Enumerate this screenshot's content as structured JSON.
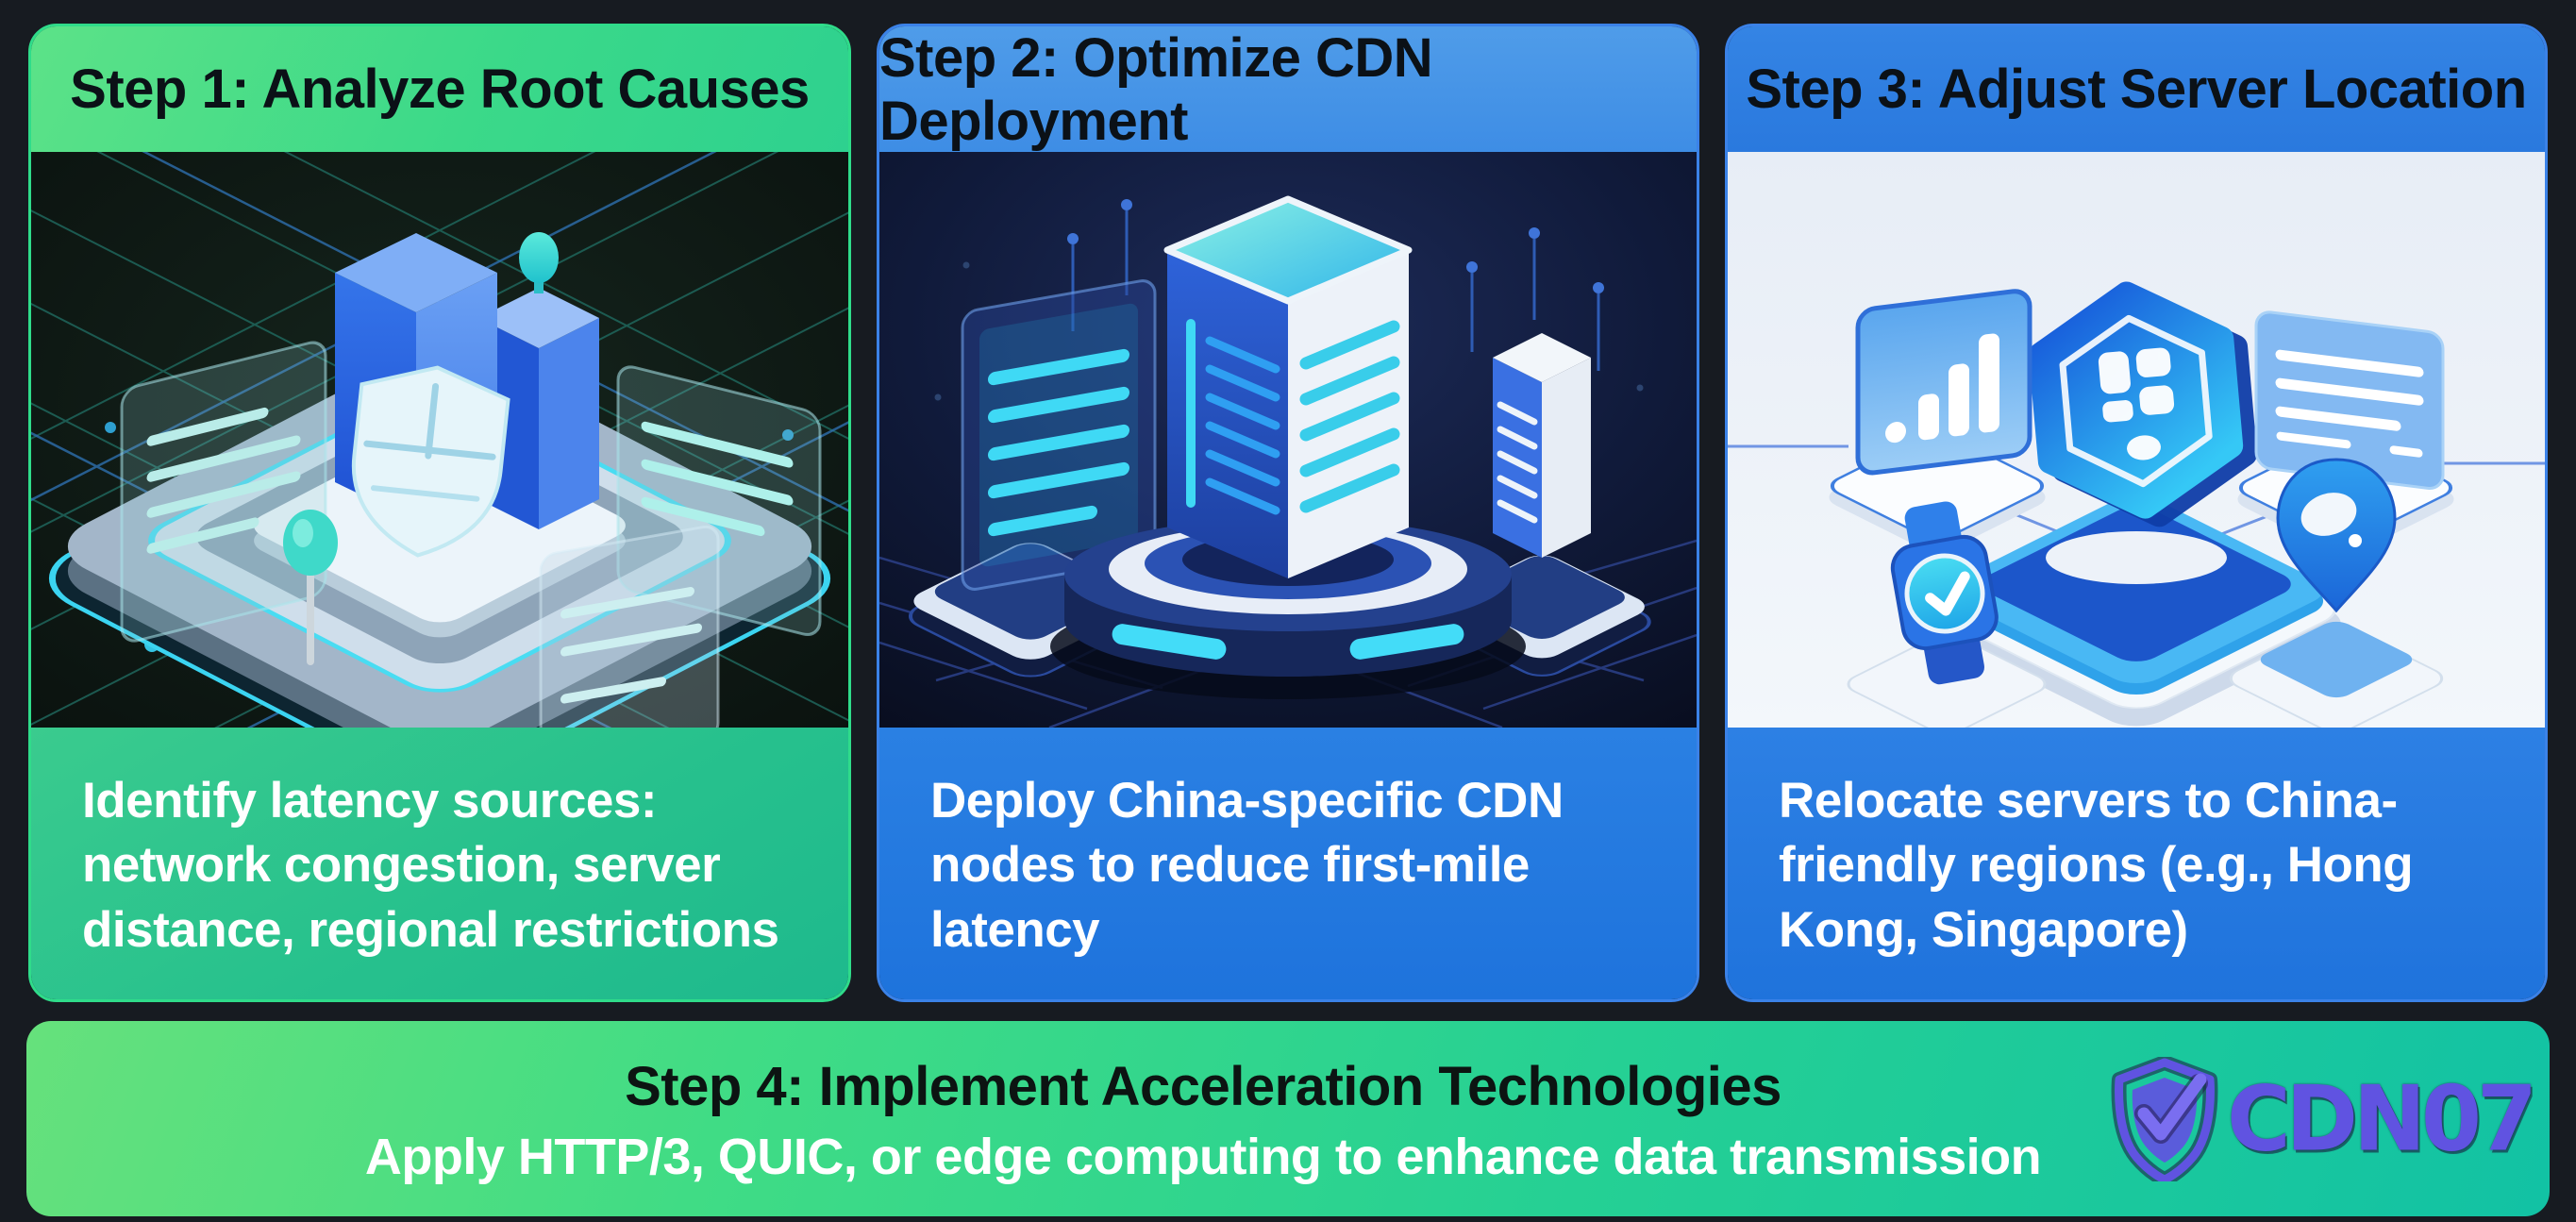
{
  "page": {
    "background": "#171b21",
    "type": "infographic"
  },
  "cards": [
    {
      "step": "Step 1: Analyze Root Causes",
      "description": "Identify latency sources: network congestion, server distance, regional restrictions",
      "accent_color": "#2fdc8a",
      "header_bg": "#3bd989",
      "footer_bg": "#27c18d",
      "illustration": "isometric glowing platform with blue data towers, shield and floating text panels on dark teal grid"
    },
    {
      "step": "Step 2: Optimize CDN Deployment",
      "description": "Deploy China-specific CDN nodes to reduce first-mile latency",
      "accent_color": "#3b82e8",
      "header_bg": "#4795e8",
      "footer_bg": "#2279df",
      "illustration": "central server tower on glowing circular podium with side panel and secondary server on dark navy circuit board"
    },
    {
      "step": "Step 3: Adjust Server Location",
      "description": "Relocate servers to China-friendly regions (e.g., Hong Kong, Singapore)",
      "accent_color": "#3b82e8",
      "header_bg": "#2e7fe1",
      "footer_bg": "#2277e0",
      "illustration": "blue hexagon badge on platform connected to bar-chart panel, text panel, smartwatch and location pin on light background"
    }
  ],
  "banner": {
    "title": "Step 4: Implement Acceleration Technologies",
    "subtitle": "Apply HTTP/3, QUIC, or edge computing to enhance data transmission",
    "bg_from": "#66e17c",
    "bg_to": "#12c2a4"
  },
  "logo": {
    "text": "CDN07",
    "color": "#6053e1",
    "icon": "shield-check-icon"
  }
}
